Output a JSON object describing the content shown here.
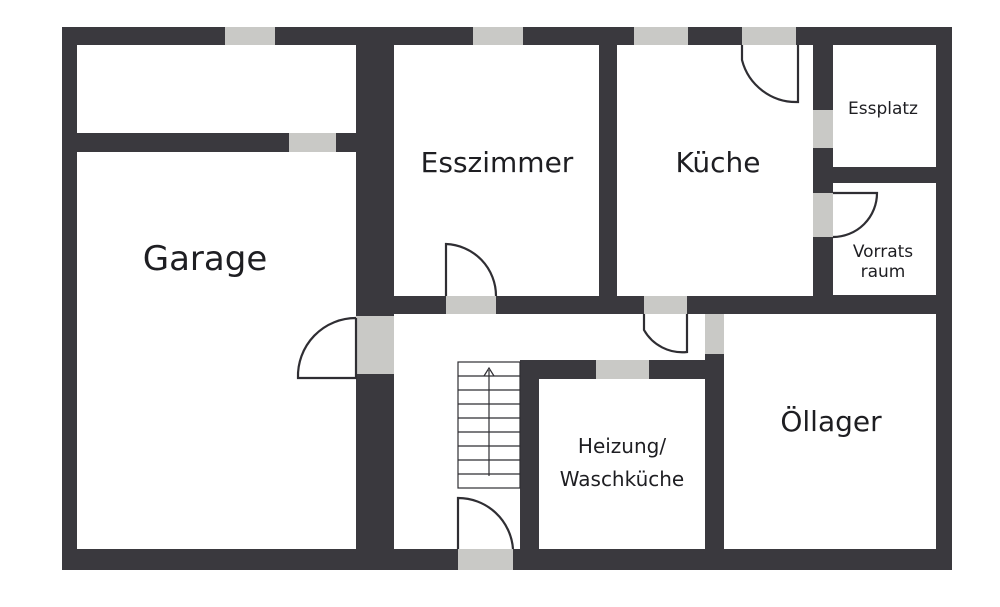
{
  "colors": {
    "wall": "#3a393e",
    "opening": "#c9c9c6",
    "floor": "#ffffff",
    "stroke": "#2f2e33",
    "text": "#1e1e22"
  },
  "rooms": {
    "garage": "Garage",
    "esszimmer": "Esszimmer",
    "kueche": "Küche",
    "essplatz": "Essplatz",
    "vorratsraum_line1": "Vorrats",
    "vorratsraum_line2": "raum",
    "oellager": "Öllager",
    "heizung_line1": "Heizung/",
    "heizung_line2": "Waschküche"
  }
}
